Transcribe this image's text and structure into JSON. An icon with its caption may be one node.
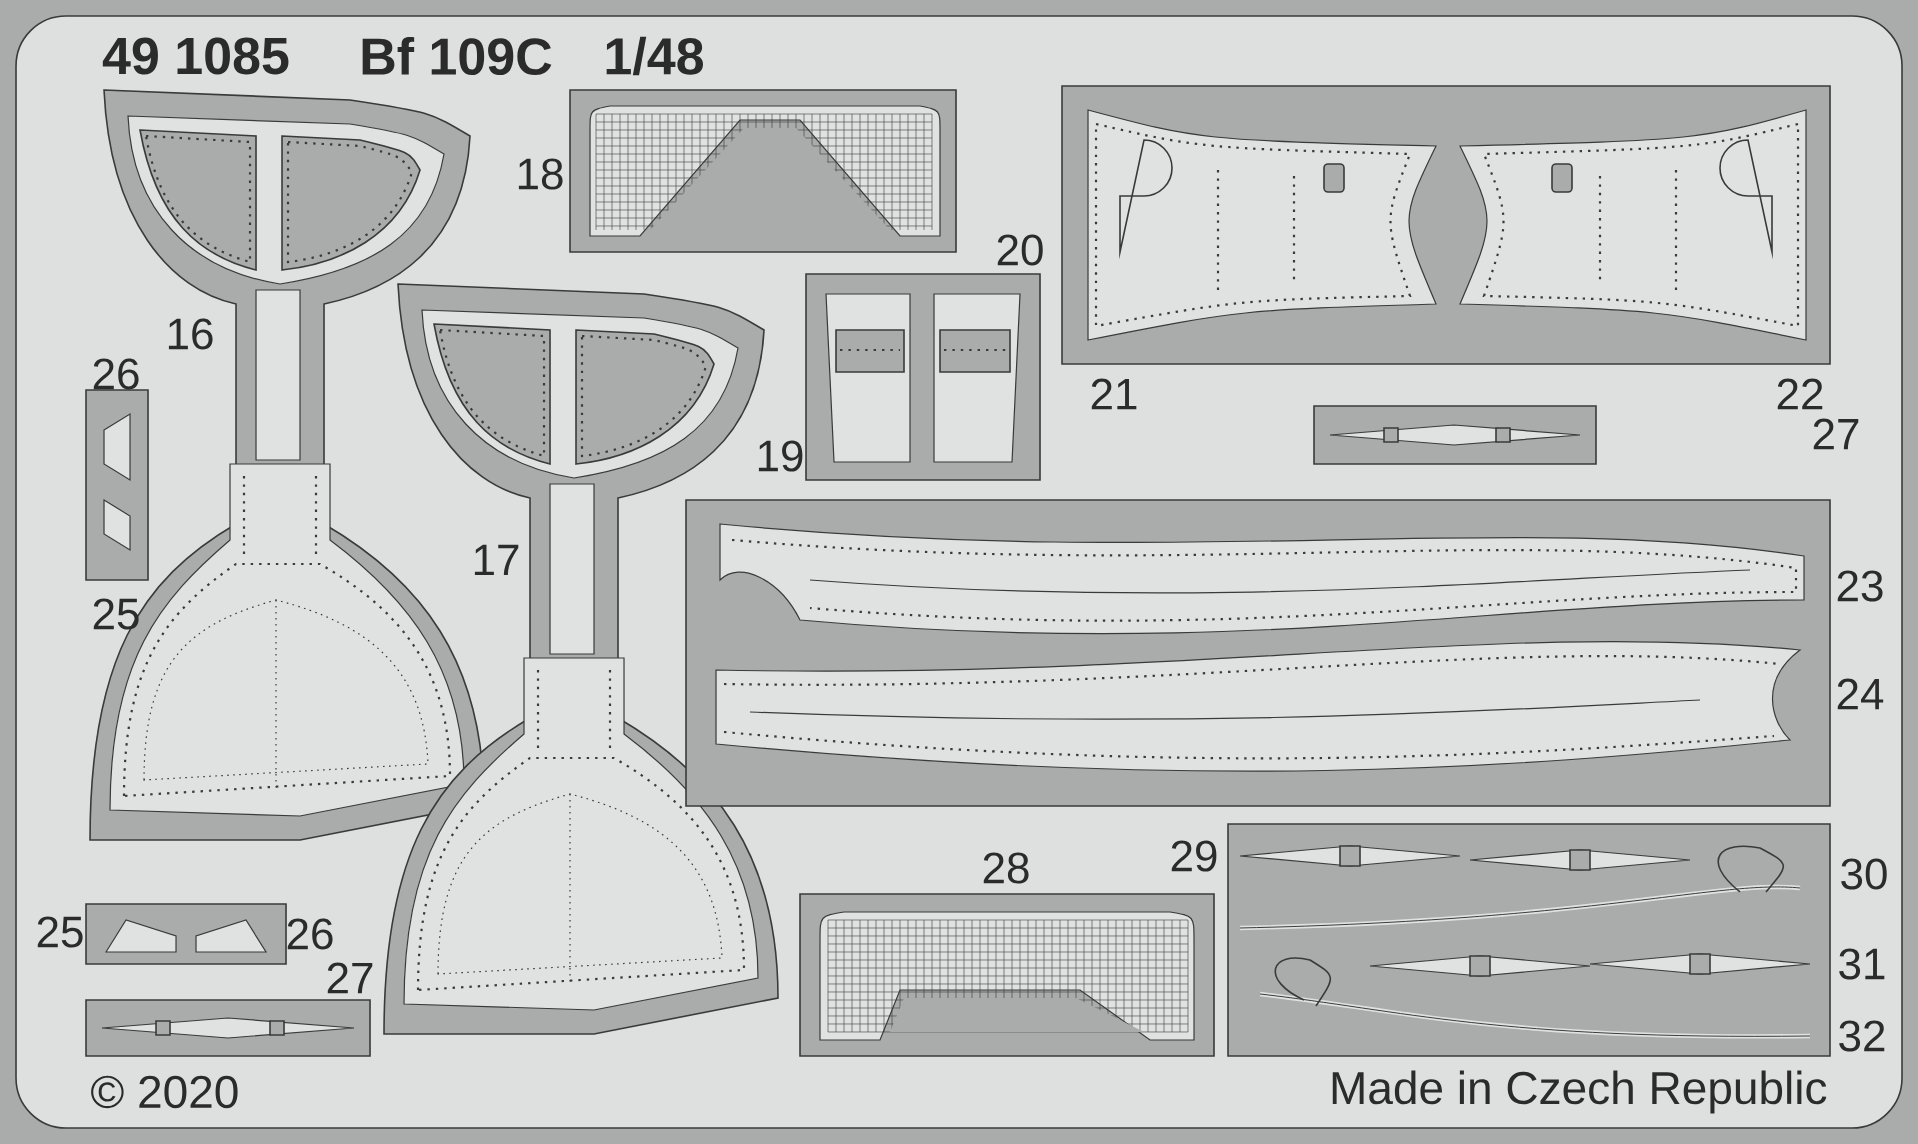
{
  "diagram": {
    "labels": [
      "49 1085",
      "Bf 109C",
      "1/48",
      "18",
      "20",
      "16",
      "26",
      "21",
      "22",
      "27",
      "19",
      "17",
      "23",
      "25",
      "24",
      "28",
      "29",
      "30",
      "25",
      "26",
      "31",
      "27",
      "32",
      "© 2020",
      "Made in Czech Republic"
    ]
  }
}
